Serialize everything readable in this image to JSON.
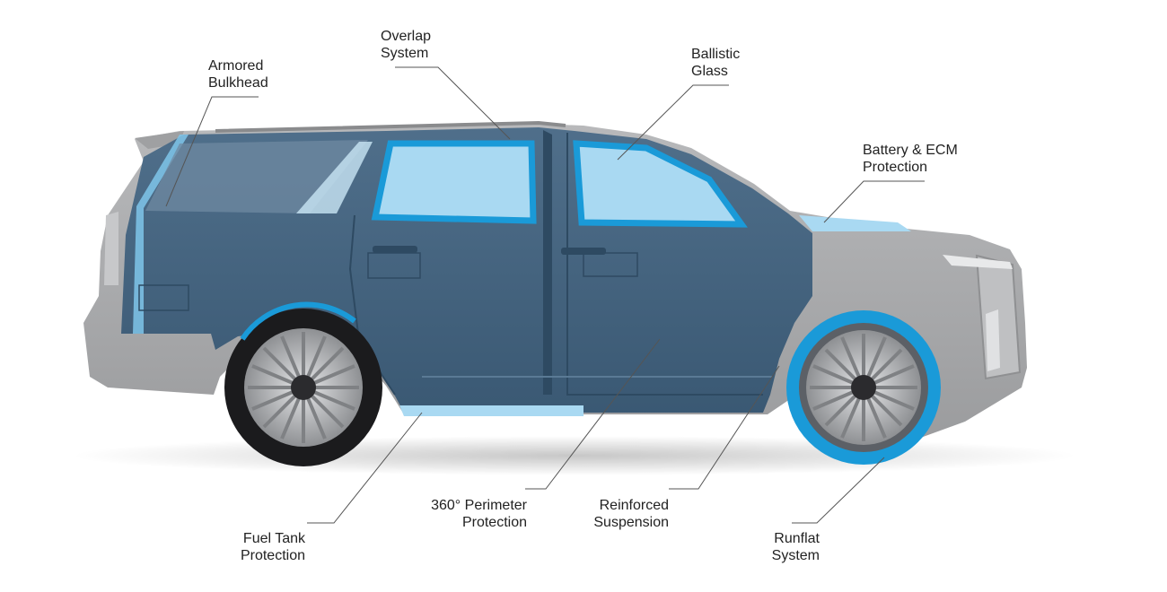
{
  "labels": {
    "armored_bulkhead": "Armored\nBulkhead",
    "overlap_system": "Overlap\nSystem",
    "ballistic_glass": "Ballistic\nGlass",
    "battery_ecm": "Battery & ECM\nProtection",
    "fuel_tank": "Fuel Tank\nProtection",
    "perimeter": "360° Perimeter\nProtection",
    "suspension": "Reinforced\nSuspension",
    "runflat": "Runflat\nSystem"
  },
  "colors": {
    "armor_blue": "#3d5f7d",
    "highlight_blue": "#1a9ad8",
    "glass_blue": "#a9d9f2",
    "body_grey": "#a6a6a8",
    "leader_line": "#555555"
  }
}
